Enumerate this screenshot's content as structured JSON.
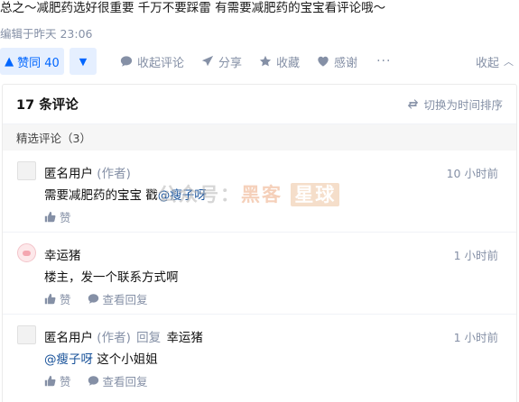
{
  "post": {
    "text": "总之～减肥药选好很重要 千万不要踩雷 有需要减肥药的宝宝看评论哦～",
    "edited": "编辑于昨天 23:06"
  },
  "actions": {
    "vote_up": "赞同 40",
    "comment": "收起评论",
    "share": "分享",
    "favorite": "收藏",
    "thanks": "感谢",
    "more": "···",
    "collapse": "收起"
  },
  "comments_panel": {
    "count_title": "17 条评论",
    "sort_label": "切换为时间排序",
    "featured_label": "精选评论（3）",
    "items": [
      {
        "author": "匿名用户",
        "author_tag": "(作者)",
        "time": "10 小时前",
        "text_before": "需要减肥药的宝宝 戳",
        "mention": "@瘦子呀",
        "like": "赞"
      },
      {
        "author": "幸运猪",
        "time": "1 小时前",
        "text": "楼主，发一个联系方式啊",
        "like": "赞",
        "view_reply": "查看回复"
      },
      {
        "author": "匿名用户",
        "author_tag": "(作者)",
        "reply_word": "回复",
        "reply_to": "幸运猪",
        "time": "1 小时前",
        "mention": "@瘦子呀",
        "text_after": " 这个小姐姐",
        "like": "赞",
        "view_reply": "查看回复"
      }
    ]
  },
  "watermark": {
    "part1": "公众号：",
    "part2": "黑客",
    "part3": "星球"
  }
}
